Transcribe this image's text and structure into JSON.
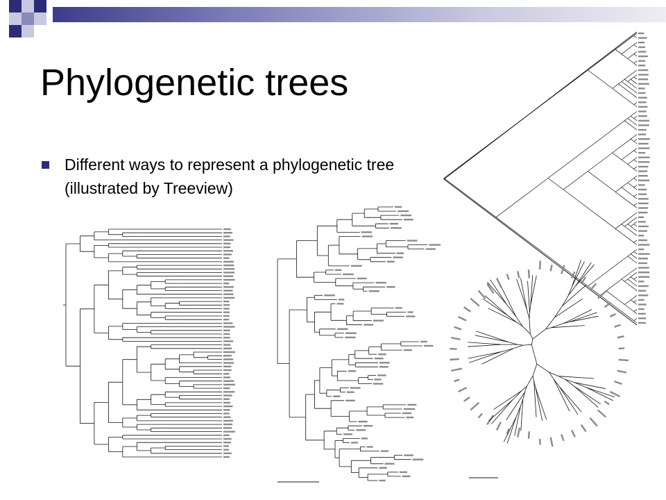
{
  "slide": {
    "title": "Phylogenetic trees",
    "bullets": [
      {
        "line1": "Different ways to represent a phylogenetic  tree",
        "line2": "(illustrated by Treeview)"
      }
    ]
  },
  "colors": {
    "accent": "#2b2b78",
    "bar_dark": "#3c3c8a",
    "bar_light": "#c9c9e0",
    "text": "#000000"
  },
  "trees": [
    {
      "style": "rectangular",
      "leaves": 64
    },
    {
      "style": "phylogram",
      "leaves": 66
    },
    {
      "style": "slanted",
      "leaves": 64
    },
    {
      "style": "radial",
      "leaves": 48
    }
  ]
}
